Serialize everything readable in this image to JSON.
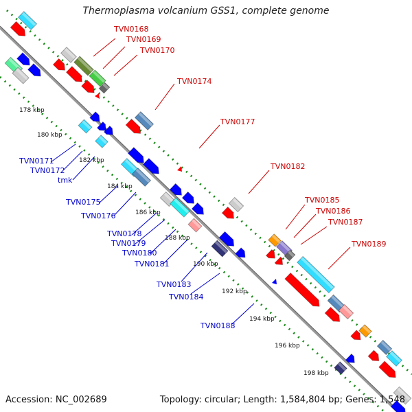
{
  "title": "Thermoplasma volcanium GSS1, complete genome",
  "footer": {
    "accession": "Accession: NC_002689",
    "topology": "Topology: circular; Length: 1,584,804 bp; Genes: 1,548"
  },
  "colors": {
    "backbone": "#888888",
    "tick_dots": "#1a8a1a",
    "label_red": "#cc0000",
    "label_blue": "#0000cc",
    "red": "#ff0000",
    "blue": "#0000ff",
    "gray": "#cccccc",
    "cyan": "#33ddff",
    "cyan2": "#22eeee",
    "steel": "#5588bb",
    "olive": "#668833",
    "green": "#44cc44",
    "orange": "#ff9900",
    "purple": "#8877cc",
    "navy": "#333377",
    "mint": "#55ee99",
    "pink": "#ff9999"
  },
  "kbp_labels": [
    "178 kbp",
    "180 kbp",
    "182 kbp",
    "184 kbp",
    "186 kbp",
    "188 kbp",
    "190 kbp",
    "192 kbp",
    "194 kbp",
    "196 kbp",
    "198 kbp"
  ],
  "labels_red": [
    "TVN0168",
    "TVN0169",
    "TVN0170",
    "TVN0174",
    "TVN0177",
    "TVN0182",
    "TVN0185",
    "TVN0186",
    "TVN0187",
    "TVN0189"
  ],
  "labels_blue": [
    "TVN0171",
    "TVN0172",
    "tmk",
    "TVN0175",
    "TVN0176",
    "TVN0178",
    "TVN0179",
    "TVN0180",
    "TVN0181",
    "TVN0183",
    "TVN0184",
    "TVN0188"
  ]
}
